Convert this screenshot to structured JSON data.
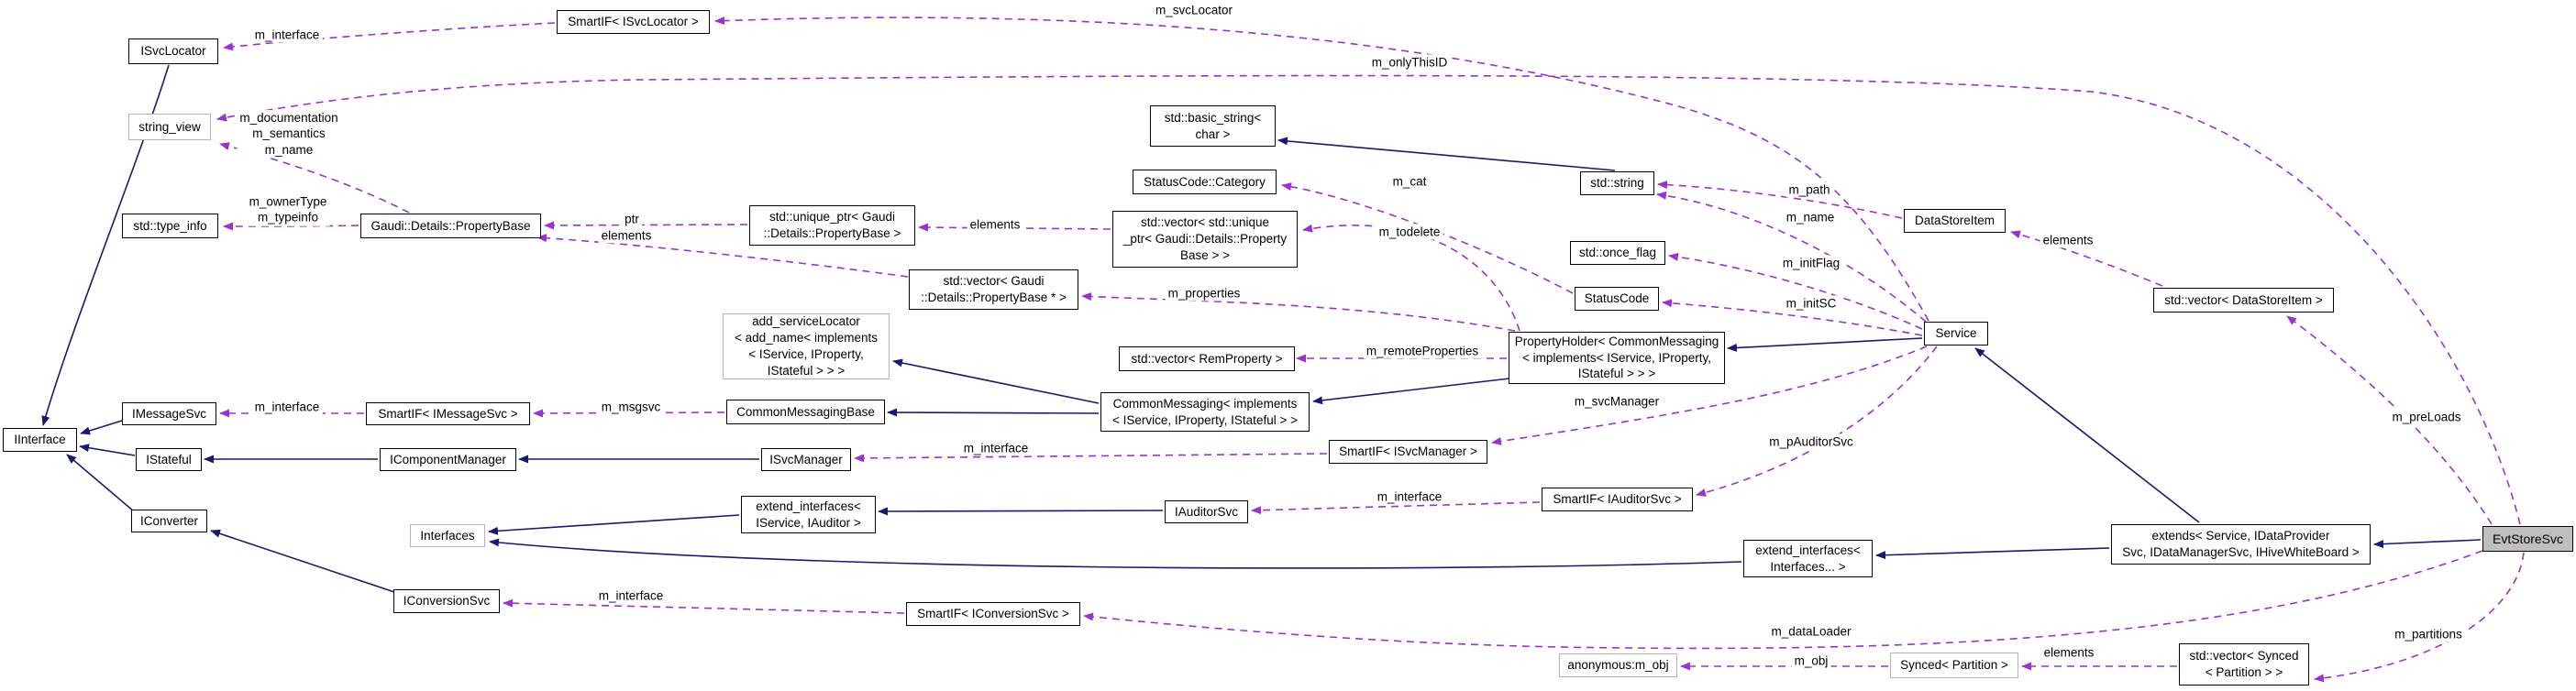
{
  "colors": {
    "inheritance_edge": "#191970",
    "usage_edge": "#9a32cd",
    "node_fill": "#ffffff",
    "subject_node_fill": "#bfbfbf",
    "node_border": "#000000",
    "gray_node_border": "#b4b4b4",
    "background": "#ffffff"
  },
  "nodes": {
    "isvclocator": {
      "label": "ISvcLocator"
    },
    "smartif_isvclocator": {
      "label": "SmartIF< ISvcLocator >"
    },
    "string_view": {
      "label": "string_view"
    },
    "type_info": {
      "label": "std::type_info"
    },
    "propertybase": {
      "label": "Gaudi::Details::PropertyBase"
    },
    "unique_ptr_propertybase": {
      "label": "std::unique_ptr< Gaudi\n::Details::PropertyBase >"
    },
    "vector_unique_ptr": {
      "label": "std::vector< std::unique\n_ptr< Gaudi::Details::Property\nBase > >"
    },
    "vector_propertybase_ptr": {
      "label": "std::vector< Gaudi\n::Details::PropertyBase * >"
    },
    "basic_string": {
      "label": "std::basic_string<\nchar >"
    },
    "statuscode_category": {
      "label": "StatusCode::Category"
    },
    "std_string": {
      "label": "std::string"
    },
    "once_flag": {
      "label": "std::once_flag"
    },
    "statuscode": {
      "label": "StatusCode"
    },
    "datastoreitem": {
      "label": "DataStoreItem"
    },
    "vector_datastoreitem": {
      "label": "std::vector< DataStoreItem >"
    },
    "service": {
      "label": "Service"
    },
    "propertyholder": {
      "label": "PropertyHolder< CommonMessaging\n< implements< IService, IProperty,\nIStateful > > >"
    },
    "add_servicelocator": {
      "label": "add_serviceLocator\n< add_name< implements\n< IService, IProperty,\nIStateful > > >"
    },
    "vector_remproperty": {
      "label": "std::vector< RemProperty >"
    },
    "commonmessagingbase": {
      "label": "CommonMessagingBase"
    },
    "commonmessaging": {
      "label": "CommonMessaging< implements\n< IService, IProperty, IStateful > >"
    },
    "iinterface": {
      "label": "IInterface"
    },
    "imessagesvc": {
      "label": "IMessageSvc"
    },
    "smartif_imessagesvc": {
      "label": "SmartIF< IMessageSvc >"
    },
    "istateful": {
      "label": "IStateful"
    },
    "icomponentmanager": {
      "label": "IComponentManager"
    },
    "isvcmanager": {
      "label": "ISvcManager"
    },
    "smartif_isvcmanager": {
      "label": "SmartIF< ISvcManager >"
    },
    "iconverter": {
      "label": "IConverter"
    },
    "interfaces": {
      "label": "Interfaces"
    },
    "extend_interfaces_iservice_iauditor": {
      "label": "extend_interfaces<\nIService, IAuditor >"
    },
    "iauditorsvc": {
      "label": "IAuditorSvc"
    },
    "smartif_iauditorsvc": {
      "label": "SmartIF< IAuditorSvc >"
    },
    "extend_interfaces_interfaces": {
      "label": "extend_interfaces<\nInterfaces... >"
    },
    "extends_box": {
      "label": "extends< Service, IDataProvider\nSvc, IDataManagerSvc, IHiveWhiteBoard >"
    },
    "evtstoresvc": {
      "label": "EvtStoreSvc"
    },
    "iconversionsvc": {
      "label": "IConversionSvc"
    },
    "smartif_iconversionsvc": {
      "label": "SmartIF< IConversionSvc >"
    },
    "anonymous_m_obj": {
      "label": "anonymous:m_obj"
    },
    "synced_partition": {
      "label": "Synced< Partition >"
    },
    "vector_synced_partition": {
      "label": "std::vector< Synced\n< Partition > >"
    }
  },
  "edge_labels": {
    "m_interface_isvclocator": "m_interface",
    "m_svcLocator": "m_svcLocator",
    "m_onlyThisID": "m_onlyThisID",
    "m_doc_sem_name": "m_documentation\nm_semantics\nm_name",
    "m_ownerType_typeinfo": "m_ownerType\nm_typeinfo",
    "ptr": "ptr",
    "elements_unique_ptr": "elements",
    "elements_propertybase": "elements",
    "m_properties": "m_properties",
    "m_todelete": "m_todelete",
    "m_cat": "m_cat",
    "m_path": "m_path",
    "m_name": "m_name",
    "m_initFlag": "m_initFlag",
    "m_initSC": "m_initSC",
    "elements_datastoreitem": "elements",
    "m_remoteProperties": "m_remoteProperties",
    "m_svcManager": "m_svcManager",
    "m_pAuditorSvc": "m_pAuditorSvc",
    "m_preLoads": "m_preLoads",
    "m_interface_imessagesvc": "m_interface",
    "m_msgsvc": "m_msgsvc",
    "m_interface_isvcmanager": "m_interface",
    "m_interface_iauditorsvc": "m_interface",
    "m_interface_iconversionsvc": "m_interface",
    "m_dataLoader": "m_dataLoader",
    "m_obj": "m_obj",
    "elements_synced": "elements",
    "m_partitions": "m_partitions"
  },
  "edges": [
    {
      "from": "SmartIF< ISvcLocator >",
      "to": "ISvcLocator",
      "label": "m_interface",
      "type": "usage"
    },
    {
      "from": "Service",
      "to": "SmartIF< ISvcLocator >",
      "label": "m_svcLocator",
      "type": "usage"
    },
    {
      "from": "EvtStoreSvc",
      "to": "string_view",
      "label": "m_onlyThisID",
      "type": "usage"
    },
    {
      "from": "Gaudi::Details::PropertyBase",
      "to": "string_view",
      "label": "m_documentation m_semantics m_name",
      "type": "usage"
    },
    {
      "from": "Gaudi::Details::PropertyBase",
      "to": "std::type_info",
      "label": "m_ownerType m_typeinfo",
      "type": "usage"
    },
    {
      "from": "std::unique_ptr< Gaudi::Details::PropertyBase >",
      "to": "Gaudi::Details::PropertyBase",
      "label": "ptr",
      "type": "usage"
    },
    {
      "from": "std::vector< std::unique_ptr< Gaudi::Details::PropertyBase > >",
      "to": "std::unique_ptr< Gaudi::Details::PropertyBase >",
      "label": "elements",
      "type": "usage"
    },
    {
      "from": "std::vector< Gaudi::Details::PropertyBase * >",
      "to": "Gaudi::Details::PropertyBase",
      "label": "elements",
      "type": "usage"
    },
    {
      "from": "PropertyHolder",
      "to": "std::vector< Gaudi::Details::PropertyBase * >",
      "label": "m_properties",
      "type": "usage"
    },
    {
      "from": "PropertyHolder",
      "to": "std::vector< std::unique_ptr< Gaudi::Details::PropertyBase > >",
      "label": "m_todelete",
      "type": "usage"
    },
    {
      "from": "PropertyHolder",
      "to": "std::vector< RemProperty >",
      "label": "m_remoteProperties",
      "type": "usage"
    },
    {
      "from": "StatusCode",
      "to": "StatusCode::Category",
      "label": "m_cat",
      "type": "usage"
    },
    {
      "from": "DataStoreItem",
      "to": "std::string",
      "label": "m_path",
      "type": "usage"
    },
    {
      "from": "Service",
      "to": "std::string",
      "label": "m_name",
      "type": "usage"
    },
    {
      "from": "Service",
      "to": "std::once_flag",
      "label": "m_initFlag",
      "type": "usage"
    },
    {
      "from": "Service",
      "to": "StatusCode",
      "label": "m_initSC",
      "type": "usage"
    },
    {
      "from": "Service",
      "to": "SmartIF< ISvcManager >",
      "label": "m_svcManager",
      "type": "usage"
    },
    {
      "from": "Service",
      "to": "SmartIF< IAuditorSvc >",
      "label": "m_pAuditorSvc",
      "type": "usage"
    },
    {
      "from": "std::vector< DataStoreItem >",
      "to": "DataStoreItem",
      "label": "elements",
      "type": "usage"
    },
    {
      "from": "EvtStoreSvc",
      "to": "std::vector< DataStoreItem >",
      "label": "m_preLoads",
      "type": "usage"
    },
    {
      "from": "SmartIF< IMessageSvc >",
      "to": "IMessageSvc",
      "label": "m_interface",
      "type": "usage"
    },
    {
      "from": "CommonMessagingBase",
      "to": "SmartIF< IMessageSvc >",
      "label": "m_msgsvc",
      "type": "usage"
    },
    {
      "from": "SmartIF< ISvcManager >",
      "to": "ISvcManager",
      "label": "m_interface",
      "type": "usage"
    },
    {
      "from": "SmartIF< IAuditorSvc >",
      "to": "IAuditorSvc",
      "label": "m_interface",
      "type": "usage"
    },
    {
      "from": "SmartIF< IConversionSvc >",
      "to": "IConversionSvc",
      "label": "m_interface",
      "type": "usage"
    },
    {
      "from": "EvtStoreSvc",
      "to": "SmartIF< IConversionSvc >",
      "label": "m_dataLoader",
      "type": "usage"
    },
    {
      "from": "EvtStoreSvc",
      "to": "std::vector< Synced< Partition > >",
      "label": "m_partitions",
      "type": "usage"
    },
    {
      "from": "std::vector< Synced< Partition > >",
      "to": "Synced< Partition >",
      "label": "elements",
      "type": "usage"
    },
    {
      "from": "Synced< Partition >",
      "to": "anonymous:m_obj",
      "label": "m_obj",
      "type": "usage"
    },
    {
      "from": "ISvcLocator",
      "to": "IInterface",
      "type": "inheritance"
    },
    {
      "from": "IMessageSvc",
      "to": "IInterface",
      "type": "inheritance"
    },
    {
      "from": "IStateful",
      "to": "IInterface",
      "type": "inheritance"
    },
    {
      "from": "IConverter",
      "to": "IInterface",
      "type": "inheritance"
    },
    {
      "from": "IConversionSvc",
      "to": "IConverter",
      "type": "inheritance"
    },
    {
      "from": "std::string",
      "to": "std::basic_string< char >",
      "type": "inheritance"
    },
    {
      "from": "ISvcManager",
      "to": "IComponentManager",
      "type": "inheritance"
    },
    {
      "from": "IComponentManager",
      "to": "IStateful",
      "type": "inheritance"
    },
    {
      "from": "CommonMessaging",
      "to": "CommonMessagingBase",
      "type": "inheritance"
    },
    {
      "from": "CommonMessaging",
      "to": "add_serviceLocator",
      "type": "inheritance"
    },
    {
      "from": "PropertyHolder",
      "to": "CommonMessaging",
      "type": "inheritance"
    },
    {
      "from": "Service",
      "to": "PropertyHolder",
      "type": "inheritance"
    },
    {
      "from": "extends",
      "to": "Service",
      "type": "inheritance"
    },
    {
      "from": "extends",
      "to": "extend_interfaces< Interfaces... >",
      "type": "inheritance"
    },
    {
      "from": "extend_interfaces< Interfaces... >",
      "to": "Interfaces",
      "type": "inheritance"
    },
    {
      "from": "extend_interfaces< IService, IAuditor >",
      "to": "Interfaces",
      "type": "inheritance"
    },
    {
      "from": "IAuditorSvc",
      "to": "extend_interfaces< IService, IAuditor >",
      "type": "inheritance"
    },
    {
      "from": "EvtStoreSvc",
      "to": "extends",
      "type": "inheritance"
    }
  ]
}
